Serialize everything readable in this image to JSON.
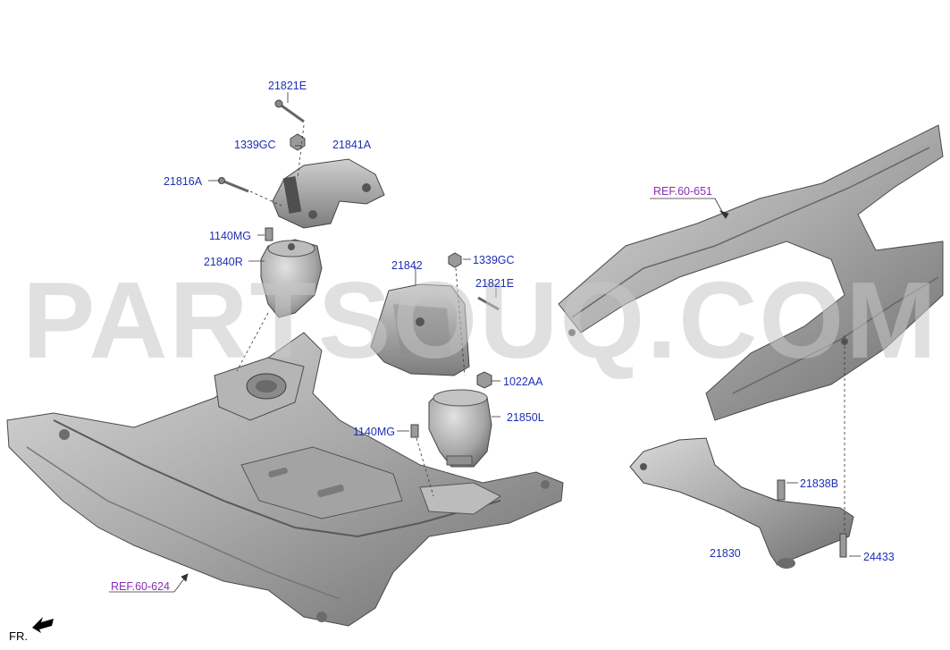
{
  "watermark": "PARTSOUQ.COM",
  "orientation_label": "FR.",
  "colors": {
    "part_label": "#1f2fb4",
    "ref_label": "#8a2fb3",
    "metal_light": "#c9c9c9",
    "metal_mid": "#9a9a9a",
    "metal_dark": "#5e5e5e",
    "watermark": "#c8c8c8"
  },
  "callouts": [
    {
      "id": "c1",
      "text": "21821E"
    },
    {
      "id": "c2",
      "text": "1339GC"
    },
    {
      "id": "c3",
      "text": "21841A"
    },
    {
      "id": "c4",
      "text": "21816A"
    },
    {
      "id": "c5",
      "text": "1140MG"
    },
    {
      "id": "c6",
      "text": "21840R"
    },
    {
      "id": "c7",
      "text": "21842"
    },
    {
      "id": "c8",
      "text": "1339GC"
    },
    {
      "id": "c9",
      "text": "21821E"
    },
    {
      "id": "c10",
      "text": "1022AA"
    },
    {
      "id": "c11",
      "text": "21850L"
    },
    {
      "id": "c12",
      "text": "1140MG"
    },
    {
      "id": "c13",
      "text": "21838B"
    },
    {
      "id": "c14",
      "text": "21830"
    },
    {
      "id": "c15",
      "text": "24433"
    }
  ],
  "references": [
    {
      "id": "r1",
      "text": "REF.60-651"
    },
    {
      "id": "r2",
      "text": "REF.60-624"
    }
  ]
}
